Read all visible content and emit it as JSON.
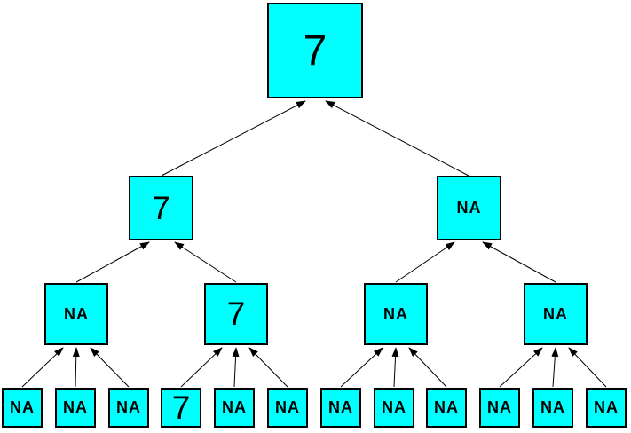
{
  "diagram": {
    "type": "tree",
    "description": "Three-level-deep binary/ternary tree of boxes with arrows pointing from children up to parents",
    "colors": {
      "node_fill": "#00ffff",
      "node_border": "#000000",
      "edge": "#000000",
      "background": "#ffffff",
      "label_text": "#000000"
    },
    "nodes": [
      {
        "id": "n1",
        "level": 1,
        "label": "7"
      },
      {
        "id": "n2a",
        "level": 2,
        "label": "7"
      },
      {
        "id": "n2b",
        "level": 2,
        "label": "NA"
      },
      {
        "id": "n3a",
        "level": 3,
        "label": "NA"
      },
      {
        "id": "n3b",
        "level": 3,
        "label": "7"
      },
      {
        "id": "n3c",
        "level": 3,
        "label": "NA"
      },
      {
        "id": "n3d",
        "level": 3,
        "label": "NA"
      },
      {
        "id": "n4a",
        "level": 4,
        "label": "NA"
      },
      {
        "id": "n4b",
        "level": 4,
        "label": "NA"
      },
      {
        "id": "n4c",
        "level": 4,
        "label": "NA"
      },
      {
        "id": "n4d",
        "level": 4,
        "label": "7"
      },
      {
        "id": "n4e",
        "level": 4,
        "label": "NA"
      },
      {
        "id": "n4f",
        "level": 4,
        "label": "NA"
      },
      {
        "id": "n4g",
        "level": 4,
        "label": "NA"
      },
      {
        "id": "n4h",
        "level": 4,
        "label": "NA"
      },
      {
        "id": "n4i",
        "level": 4,
        "label": "NA"
      },
      {
        "id": "n4j",
        "level": 4,
        "label": "NA"
      },
      {
        "id": "n4k",
        "level": 4,
        "label": "NA"
      },
      {
        "id": "n4l",
        "level": 4,
        "label": "NA"
      }
    ],
    "edges": [
      {
        "from": "n2a",
        "to": "n1"
      },
      {
        "from": "n2b",
        "to": "n1"
      },
      {
        "from": "n3a",
        "to": "n2a"
      },
      {
        "from": "n3b",
        "to": "n2a"
      },
      {
        "from": "n3c",
        "to": "n2b"
      },
      {
        "from": "n3d",
        "to": "n2b"
      },
      {
        "from": "n4a",
        "to": "n3a"
      },
      {
        "from": "n4b",
        "to": "n3a"
      },
      {
        "from": "n4c",
        "to": "n3a"
      },
      {
        "from": "n4d",
        "to": "n3b"
      },
      {
        "from": "n4e",
        "to": "n3b"
      },
      {
        "from": "n4f",
        "to": "n3b"
      },
      {
        "from": "n4g",
        "to": "n3c"
      },
      {
        "from": "n4h",
        "to": "n3c"
      },
      {
        "from": "n4i",
        "to": "n3c"
      },
      {
        "from": "n4j",
        "to": "n3d"
      },
      {
        "from": "n4k",
        "to": "n3d"
      },
      {
        "from": "n4l",
        "to": "n3d"
      }
    ],
    "arrow_direction": "child-to-parent"
  }
}
